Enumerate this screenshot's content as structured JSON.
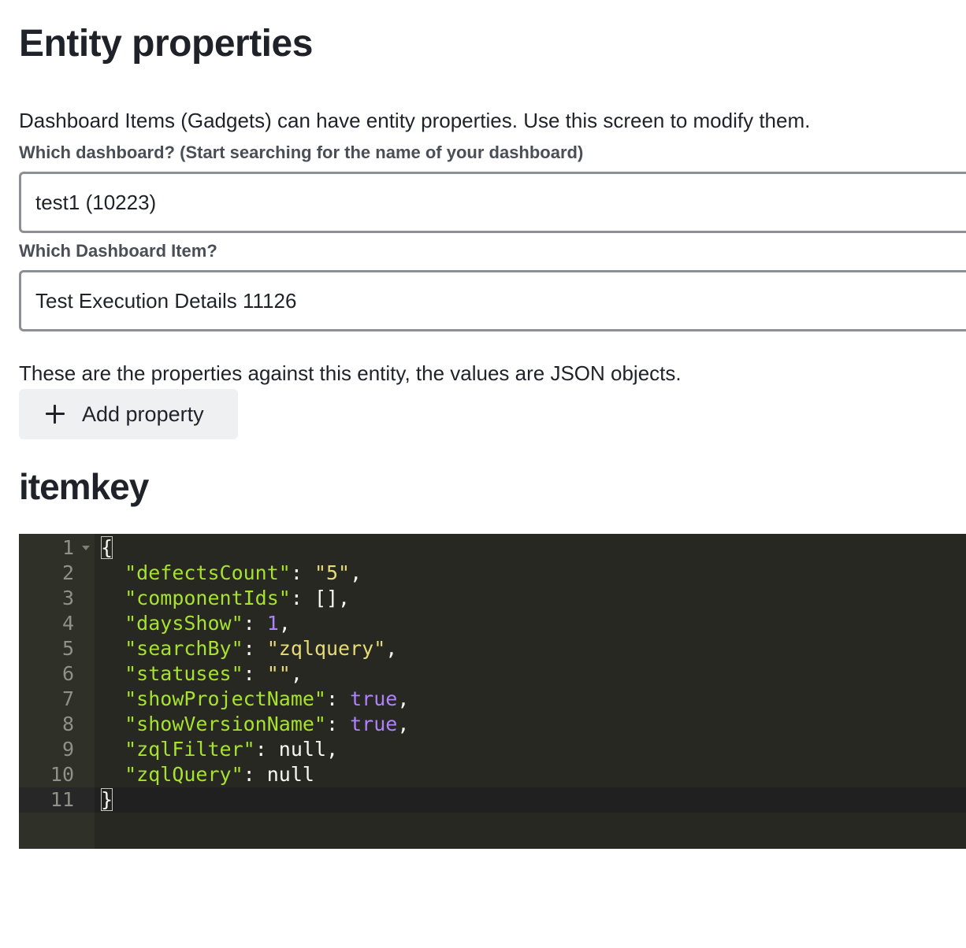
{
  "header": {
    "title": "Entity properties"
  },
  "intro_text": "Dashboard Items (Gadgets) can have entity properties. Use this screen to modify them.",
  "dashboard_field": {
    "label": "Which dashboard? (Start searching for the name of your dashboard)",
    "value": "test1 (10223)"
  },
  "item_field": {
    "label": "Which Dashboard Item?",
    "value": "Test Execution Details 11126"
  },
  "properties_note": "These are the properties against this entity, the values are JSON objects.",
  "add_button": {
    "label": "Add property",
    "icon": "plus-icon"
  },
  "property": {
    "key": "itemkey",
    "editor": {
      "active_line": 11,
      "lines": [
        {
          "num": "1",
          "open": "{"
        },
        {
          "num": "2",
          "key": "\"defectsCount\"",
          "sep": ": ",
          "value": "\"5\"",
          "type": "str",
          "end": ","
        },
        {
          "num": "3",
          "key": "\"componentIds\"",
          "sep": ": ",
          "value": "[]",
          "type": "punct",
          "end": ","
        },
        {
          "num": "4",
          "key": "\"daysShow\"",
          "sep": ": ",
          "value": "1",
          "type": "num",
          "end": ","
        },
        {
          "num": "5",
          "key": "\"searchBy\"",
          "sep": ": ",
          "value": "\"zqlquery\"",
          "type": "str",
          "end": ","
        },
        {
          "num": "6",
          "key": "\"statuses\"",
          "sep": ": ",
          "value": "\"\"",
          "type": "str",
          "end": ","
        },
        {
          "num": "7",
          "key": "\"showProjectName\"",
          "sep": ": ",
          "value": "true",
          "type": "bool",
          "end": ","
        },
        {
          "num": "8",
          "key": "\"showVersionName\"",
          "sep": ": ",
          "value": "true",
          "type": "bool",
          "end": ","
        },
        {
          "num": "9",
          "key": "\"zqlFilter\"",
          "sep": ": ",
          "value": "null",
          "type": "null",
          "end": ","
        },
        {
          "num": "10",
          "key": "\"zqlQuery\"",
          "sep": ": ",
          "value": "null",
          "type": "null",
          "end": ""
        },
        {
          "num": "11",
          "close": "}"
        }
      ]
    }
  }
}
